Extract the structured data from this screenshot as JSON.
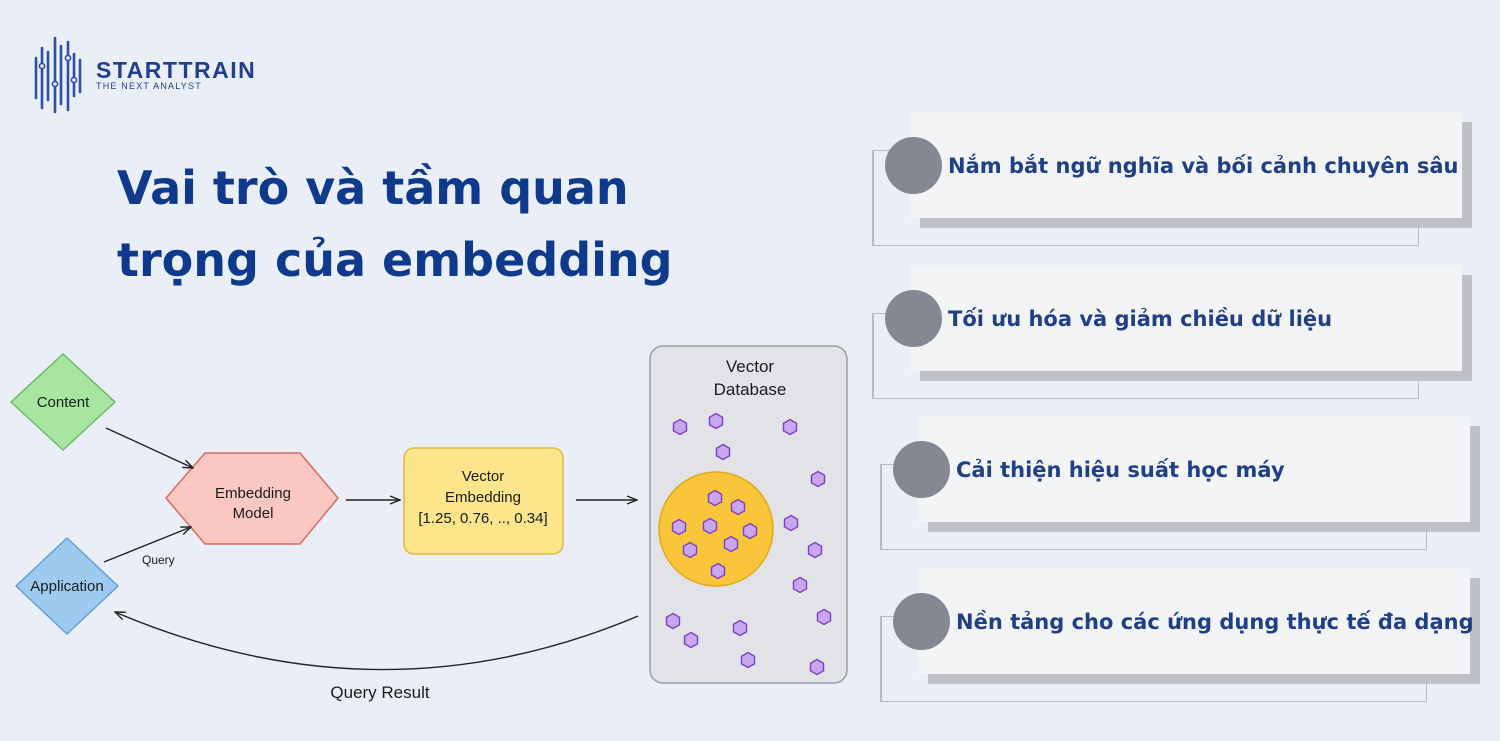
{
  "brand": {
    "name": "STARTTRAIN",
    "tagline": "THE NEXT ANALYST"
  },
  "heading": {
    "line1": "Vai trò và tầm quan",
    "line2": "trọng của embedding"
  },
  "diagram": {
    "content": "Content",
    "embedding_model": [
      "Embedding",
      "Model"
    ],
    "application": "Application",
    "query": "Query",
    "vector_embedding": [
      "Vector",
      "Embedding",
      "[1.25, 0.76, .., 0.34]"
    ],
    "vector_database": [
      "Vector",
      "Database"
    ],
    "query_result": "Query Result"
  },
  "colors": {
    "content_fill": "#a6e6a0",
    "model_fill": "#fbc7c2",
    "app_fill": "#9fcaf0",
    "embedding_fill": "#fce58a",
    "db_fill": "#e1e3e6",
    "cluster_fill": "#f9c53a",
    "point_fill": "#c8a7f0"
  },
  "cards": [
    {
      "label": "Nắm bắt ngữ nghĩa và bối cảnh chuyên sâu"
    },
    {
      "label": "Tối ưu hóa và giảm chiều dữ liệu"
    },
    {
      "label": "Cải thiện hiệu suất học máy"
    },
    {
      "label": "Nền tảng cho các ứng dụng thực tế đa dạng"
    }
  ]
}
